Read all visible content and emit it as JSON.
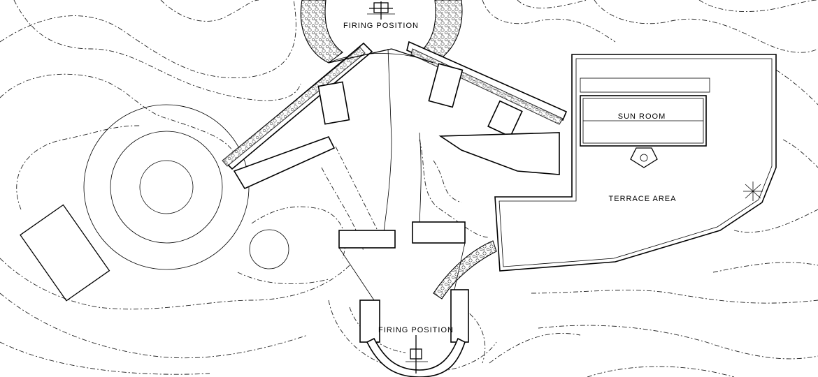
{
  "labels": {
    "firing_position_top": "FIRING POSITION",
    "firing_position_bottom": "FIRING POSITION",
    "sun_room": "SUN ROOM",
    "terrace_area": "TERRACE AREA"
  }
}
